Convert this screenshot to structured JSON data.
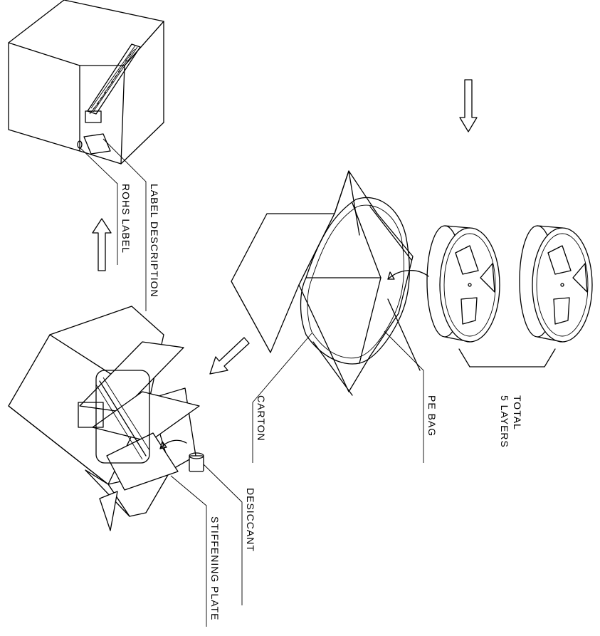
{
  "labels": {
    "label_description": "LABEL DESCRIPTION",
    "rohs_label": "ROHS LABEL",
    "carton": "CARTON",
    "pe_bag": "PE BAG",
    "total_line1": "TOTAL",
    "total_line2": "5 LAYERS",
    "desiccant": "DESICCANT",
    "stiffening_plate": "STIFFENING PLATE"
  }
}
